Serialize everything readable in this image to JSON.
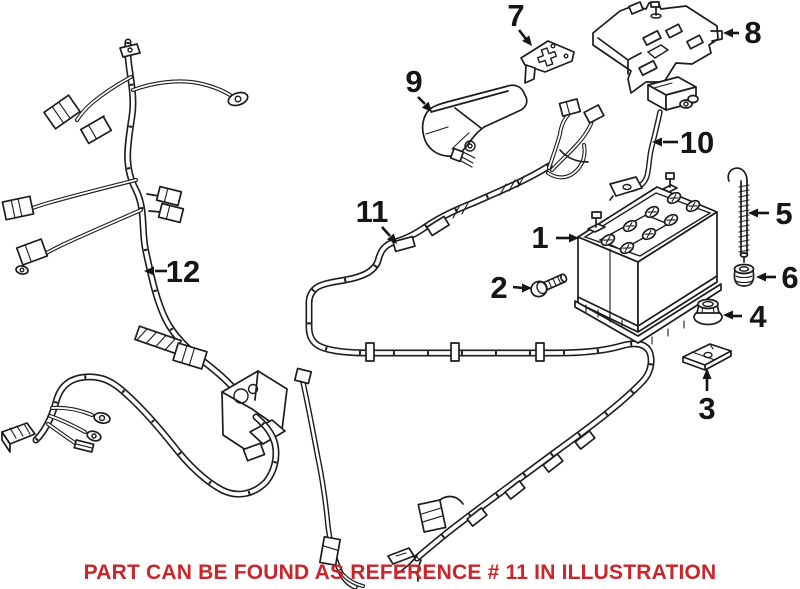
{
  "canvas": {
    "background": "#ffffff",
    "line_color": "#1c1c1c",
    "label_color": "#151515"
  },
  "callouts": [
    {
      "label": "1",
      "part": "battery"
    },
    {
      "label": "2",
      "part": "bolt"
    },
    {
      "label": "3",
      "part": "bracket"
    },
    {
      "label": "4",
      "part": "nut"
    },
    {
      "label": "5",
      "part": "hold-down-rod"
    },
    {
      "label": "6",
      "part": "grommet"
    },
    {
      "label": "7",
      "part": "terminal-plate"
    },
    {
      "label": "8",
      "part": "battery-tray-cover"
    },
    {
      "label": "9",
      "part": "terminal-cover"
    },
    {
      "label": "10",
      "part": "battery-cable"
    },
    {
      "label": "11",
      "part": "wiring-harness-main"
    },
    {
      "label": "12",
      "part": "wiring-harness-engine"
    }
  ],
  "footer": {
    "text": "PART CAN BE FOUND AS REFERENCE # 11 IN ILLUSTRATION",
    "reference_number": "11",
    "color": "#c9252b"
  }
}
